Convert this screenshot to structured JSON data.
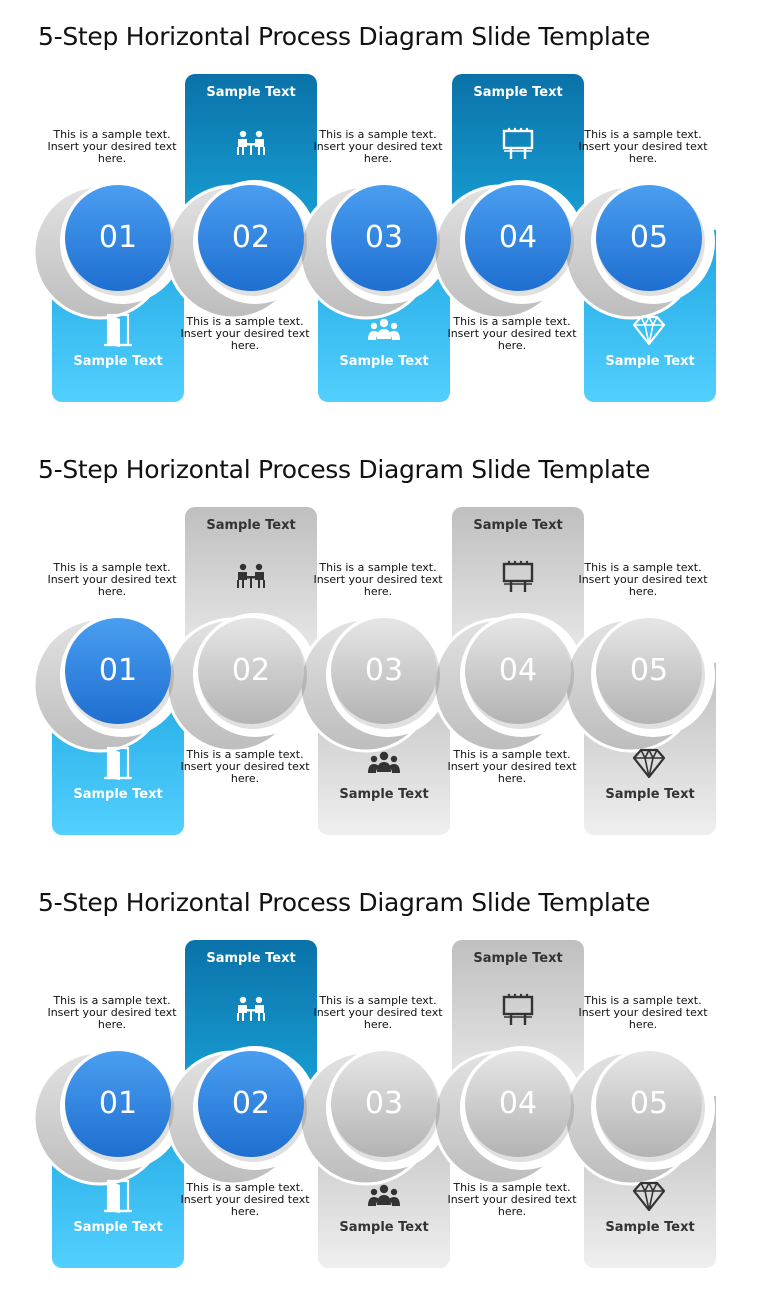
{
  "slides": [
    {
      "title": "5-Step Horizontal Process Diagram Slide Template",
      "steps": [
        {
          "number": "01",
          "label": "Sample Text",
          "desc": "This is a sample text. Insert your desired text here.",
          "icon": "door-icon",
          "active": true
        },
        {
          "number": "02",
          "label": "Sample Text",
          "desc": "This is a sample text. Insert your desired text here.",
          "icon": "meeting-icon",
          "active": true
        },
        {
          "number": "03",
          "label": "Sample Text",
          "desc": "This is a sample text. Insert your desired text here.",
          "icon": "team-icon",
          "active": true
        },
        {
          "number": "04",
          "label": "Sample Text",
          "desc": "This is a sample text. Insert your desired text here.",
          "icon": "billboard-icon",
          "active": true
        },
        {
          "number": "05",
          "label": "Sample Text",
          "desc": "This is a sample text. Insert your desired text here.",
          "icon": "diamond-icon",
          "active": true
        }
      ]
    },
    {
      "title": "5-Step Horizontal Process Diagram Slide Template",
      "steps": [
        {
          "number": "01",
          "label": "Sample Text",
          "desc": "This is a sample text. Insert your desired text here.",
          "icon": "door-icon",
          "active": true
        },
        {
          "number": "02",
          "label": "Sample Text",
          "desc": "This is a sample text. Insert your desired text here.",
          "icon": "meeting-icon",
          "active": false
        },
        {
          "number": "03",
          "label": "Sample Text",
          "desc": "This is a sample text. Insert your desired text here.",
          "icon": "team-icon",
          "active": false
        },
        {
          "number": "04",
          "label": "Sample Text",
          "desc": "This is a sample text. Insert your desired text here.",
          "icon": "billboard-icon",
          "active": false
        },
        {
          "number": "05",
          "label": "Sample Text",
          "desc": "This is a sample text. Insert your desired text here.",
          "icon": "diamond-icon",
          "active": false
        }
      ]
    },
    {
      "title": "5-Step Horizontal Process Diagram Slide Template",
      "steps": [
        {
          "number": "01",
          "label": "Sample Text",
          "desc": "This is a sample text. Insert your desired text here.",
          "icon": "door-icon",
          "active": true
        },
        {
          "number": "02",
          "label": "Sample Text",
          "desc": "This is a sample text. Insert your desired text here.",
          "icon": "meeting-icon",
          "active": true
        },
        {
          "number": "03",
          "label": "Sample Text",
          "desc": "This is a sample text. Insert your desired text here.",
          "icon": "team-icon",
          "active": false
        },
        {
          "number": "04",
          "label": "Sample Text",
          "desc": "This is a sample text. Insert your desired text here.",
          "icon": "billboard-icon",
          "active": false
        },
        {
          "number": "05",
          "label": "Sample Text",
          "desc": "This is a sample text. Insert your desired text here.",
          "icon": "diamond-icon",
          "active": false
        }
      ]
    }
  ],
  "colors": {
    "circle_top": "#4a9ef0",
    "circle_bottom": "#1e6fd0",
    "box_top_dark": "#0a72a8",
    "box_top_light": "#1aa6dc",
    "box_bottom_dark": "#1ea6e0",
    "box_bottom_light": "#52d0ff",
    "gray_top": "#bfbfbf",
    "gray_light": "#efefef",
    "gray_circle_top": "#e6e6e6",
    "gray_circle_bottom": "#b3b3b3",
    "ring": "#d0d0d0"
  }
}
